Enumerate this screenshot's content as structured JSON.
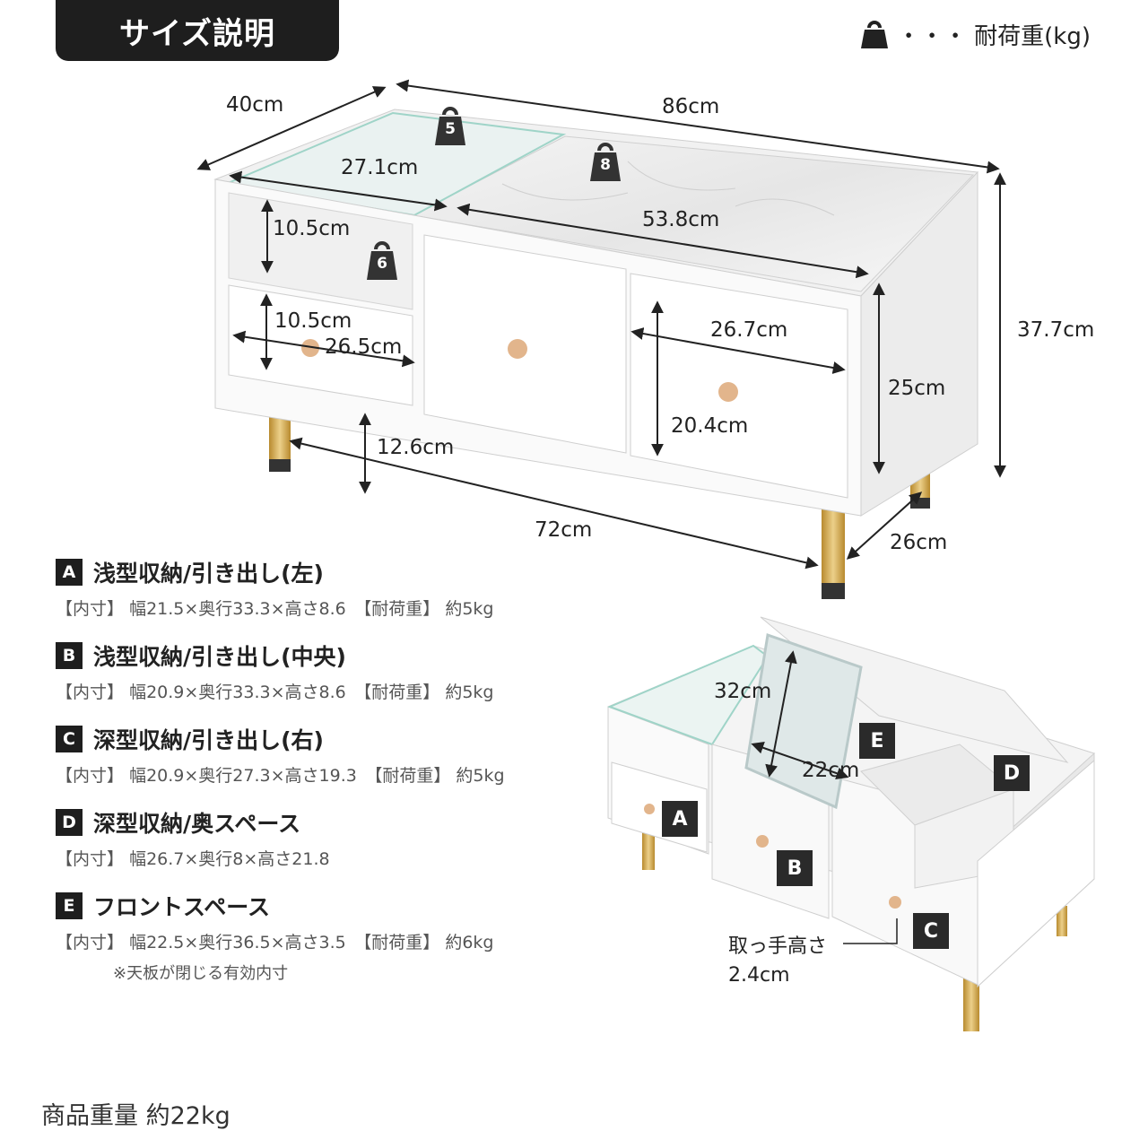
{
  "title": "サイズ説明",
  "legend": {
    "dots": "・・・",
    "text": "耐荷重(kg)",
    "icon": "weight-icon"
  },
  "dimensions": {
    "depth": "40cm",
    "width": "86cm",
    "glass_width": "27.1cm",
    "top_width": "53.8cm",
    "open_height": "10.5cm",
    "left_drawer_height": "10.5cm",
    "left_drawer_width": "26.5cm",
    "right_drawer_width": "26.7cm",
    "right_drawer_height": "20.4cm",
    "body_height": "25cm",
    "total_height": "37.7cm",
    "leg_height": "12.6cm",
    "leg_span": "72cm",
    "leg_depth": "26cm"
  },
  "weights": {
    "glass": "5",
    "top": "8",
    "shelf": "6"
  },
  "items": [
    {
      "letter": "A",
      "name": "浅型収納/引き出し(左)",
      "label": "【内寸】",
      "size": "幅21.5×奥行33.3×高さ8.6",
      "load_label": "【耐荷重】",
      "load": "約5kg"
    },
    {
      "letter": "B",
      "name": "浅型収納/引き出し(中央)",
      "label": "【内寸】",
      "size": "幅20.9×奥行33.3×高さ8.6",
      "load_label": "【耐荷重】",
      "load": "約5kg"
    },
    {
      "letter": "C",
      "name": "深型収納/引き出し(右)",
      "label": "【内寸】",
      "size": "幅20.9×奥行27.3×高さ19.3",
      "load_label": "【耐荷重】",
      "load": "約5kg"
    },
    {
      "letter": "D",
      "name": "深型収納/奥スペース",
      "label": "【内寸】",
      "size": "幅26.7×奥行8×高さ21.8",
      "load_label": "",
      "load": ""
    },
    {
      "letter": "E",
      "name": "フロントスペース",
      "label": "【内寸】",
      "size": "幅22.5×奥行36.5×高さ3.5",
      "load_label": "【耐荷重】",
      "load": "約6kg",
      "note": "※天板が閉じる有効内寸"
    }
  ],
  "open_view": {
    "mirror_height": "32cm",
    "mirror_width": "22cm",
    "handle_label": "取っ手高さ",
    "handle_value": "2.4cm",
    "callouts": {
      "a": "A",
      "b": "B",
      "c": "C",
      "d": "D",
      "e": "E"
    }
  },
  "product_weight": "商品重量 約22kg",
  "colors": {
    "dark": "#1e1e1e",
    "gold": "#c9a24a",
    "knob": "#e2b58c"
  }
}
